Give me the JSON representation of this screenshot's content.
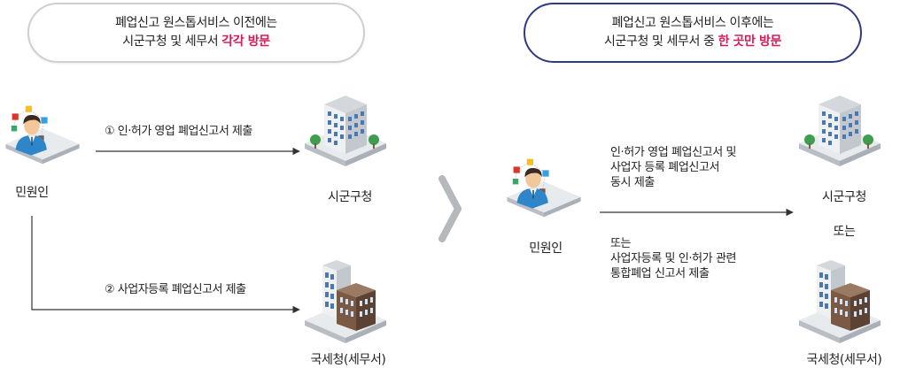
{
  "before": {
    "line1": "폐업신고 원스톱서비스 이전에는",
    "line2_prefix": "시군구청 및 세무서 ",
    "line2_highlight": "각각 방문"
  },
  "after": {
    "line1": "폐업신고 원스톱서비스 이후에는",
    "line2_prefix": "시군구청 및 세무서 중 ",
    "line2_highlight": "한 곳만 방문"
  },
  "left_flow": {
    "applicant": "민원인",
    "step1": "① 인·허가 영업 폐업신고서 제출",
    "step2": "② 사업자등록 폐업신고서 제출",
    "dest1": "시군구청",
    "dest2": "국세청(세무서)"
  },
  "right_flow": {
    "applicant": "민원인",
    "option1": [
      "인·허가 영업 폐업신고서 및",
      "사업자 등록 폐업신고서",
      "동시 제출"
    ],
    "option2": [
      "또는",
      "사업자등록 및 인·허가 관련",
      "통합폐업 신고서 제출"
    ],
    "dest1": "시군구청",
    "or": "또는",
    "dest2": "국세청(세무서)"
  },
  "colors": {
    "highlight": "#d61c57",
    "after_border": "#2f3a7f",
    "before_border": "#cfcfcf"
  }
}
